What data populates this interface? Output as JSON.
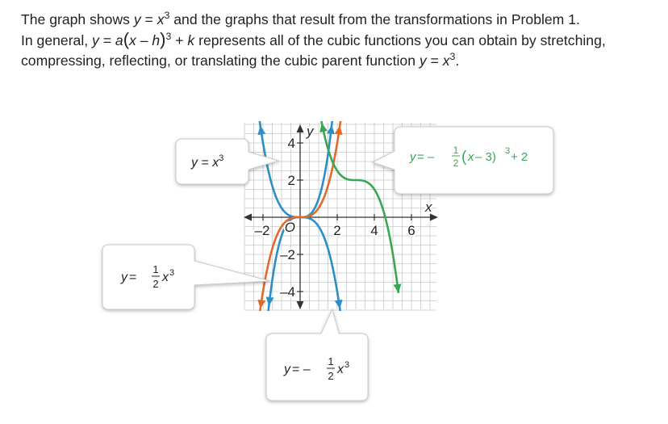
{
  "paragraph": {
    "line1": {
      "intro": "The graph shows ",
      "eq_y": "y",
      "eq_eq": " = ",
      "eq_x": "x",
      "eq_exp": "3",
      "rest": " and the graphs that result from the transformations in Problem 1."
    },
    "line2": {
      "intro": "In general, ",
      "y": "y",
      "eq": " = ",
      "a": "a",
      "open_paren": "(",
      "x": "x",
      "minus": " – ",
      "h": "h",
      "close_paren": ")",
      "exp": "3",
      "plus": " + ",
      "k": "k",
      "rest": " represents all of the cubic functions you can obtain by stretching,"
    },
    "line3": {
      "intro": "compressing, reflecting, or translating the cubic parent function ",
      "y": "y",
      "eq": " = ",
      "x": "x",
      "exp": "3",
      "end": "."
    }
  },
  "graph": {
    "x_axis_label": "x",
    "y_axis_label": "y",
    "x_ticks": [
      "–2",
      "2",
      "4",
      "6"
    ],
    "y_ticks_positive": [
      "2",
      "4"
    ],
    "y_ticks_negative": [
      "–2",
      "–4"
    ],
    "origin_label": "O",
    "colors": {
      "parent": "#2b8fc6",
      "reflected": "#2b8fc6",
      "stretched": "#e06a2c",
      "translated": "#3aa655",
      "grid": "#c8c8c8",
      "axis": "#333333"
    }
  },
  "callouts": {
    "parent": {
      "y": "y",
      "eq": " = ",
      "x": "x",
      "exp": "3"
    },
    "compressed": {
      "y": "y",
      "eq": " = ",
      "num": "1",
      "den": "2",
      "x": "x",
      "exp": "3"
    },
    "reflected": {
      "y": "y",
      "eq": " = –",
      "num": "1",
      "den": "2",
      "x": "x",
      "exp": "3"
    },
    "translated": {
      "y": "y",
      "eq": " = –",
      "num": "1",
      "den": "2",
      "open": "(",
      "x": "x",
      "minus": " – 3)",
      "exp": "3",
      "plus": " + 2"
    }
  },
  "chart_data": {
    "type": "line",
    "xlabel": "x",
    "ylabel": "y",
    "xlim": [
      -3,
      7
    ],
    "ylim": [
      -5,
      5
    ],
    "grid": true,
    "series": [
      {
        "name": "y = x3",
        "color": "#2b8fc6",
        "function": "x^3"
      },
      {
        "name": "y = 1/2 x3",
        "color": "#e06a2c",
        "function": "0.5*x^3"
      },
      {
        "name": "y = –1/2 x3",
        "color": "#2b8fc6",
        "function": "-0.5*x^3"
      },
      {
        "name": "y = –1/2(x – 3)3 + 2",
        "color": "#3aa655",
        "function": "-0.5*(x-3)^3+2"
      }
    ]
  }
}
